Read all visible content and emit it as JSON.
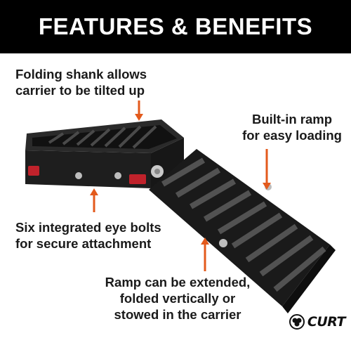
{
  "banner": {
    "title": "FEATURES & BENEFITS"
  },
  "callouts": {
    "shank": "Folding shank allows\ncarrier to be tilted up",
    "ramp": "Built-in ramp\nfor easy loading",
    "eyebolts": "Six integrated eye bolts\nfor secure attachment",
    "extend": "Ramp can be extended,\nfolded vertically or\nstowed in the carrier"
  },
  "brand": {
    "name": "CURT"
  },
  "colors": {
    "banner_bg": "#000000",
    "banner_text": "#ffffff",
    "arrow": "#e35a1c",
    "product": "#1c1c1c",
    "reflector": "#c0222b"
  },
  "icons": {
    "arrow": "orange-arrow-icon",
    "brand": "curt-logo-icon"
  }
}
